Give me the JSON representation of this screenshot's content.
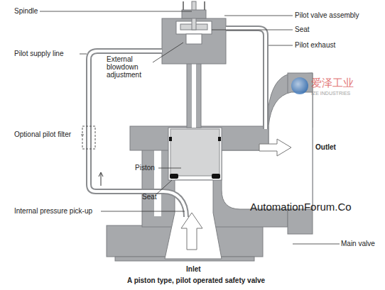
{
  "diagram": {
    "caption": "A piston type, pilot operated safety valve",
    "labels": [
      "Spindle",
      "Pilot valve assembly",
      "Seat",
      "Pilot exhaust",
      "Pilot supply line",
      "External blowdown adjustment",
      "Optional pilot filter",
      "Piston",
      "Seat",
      "Outlet",
      "Internal pressure pick-up",
      "Main valve",
      "Inlet",
      "爱泽工业",
      "IZE INDUSTRIES",
      "AutomationForum.Co"
    ]
  }
}
